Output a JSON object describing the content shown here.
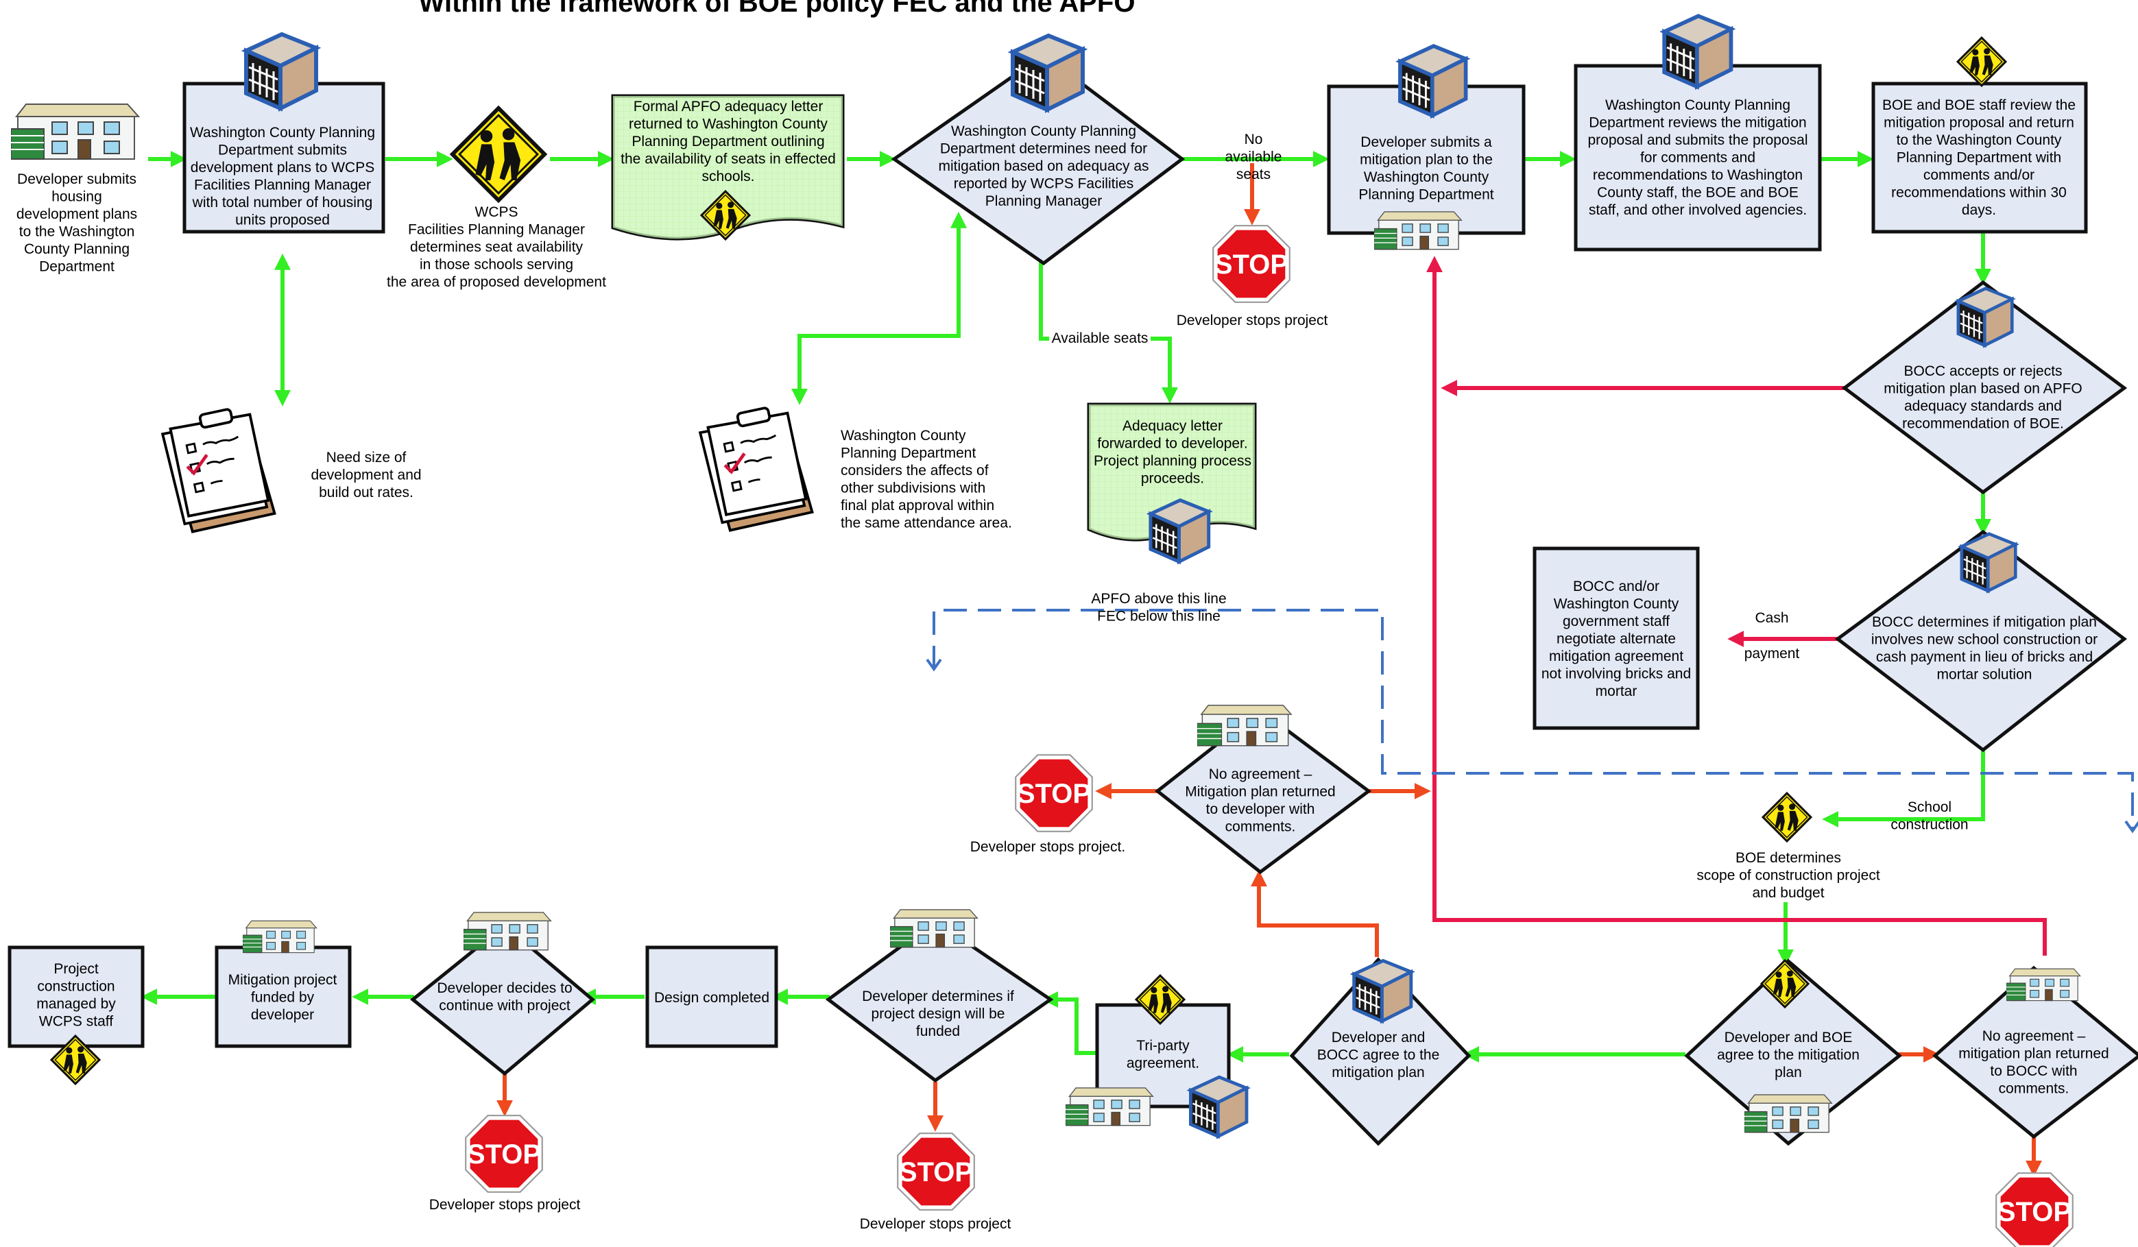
{
  "title": "Within the framework of BOE policy  FEC and the APFO",
  "colors": {
    "flow_green": "#33ee22",
    "reject_red": "#e8194a",
    "stop_orange": "#ee4a1e",
    "boundary_blue": "#3f72c4",
    "process_fill": "#e3e8f5",
    "document_fill": "#c9f5b4",
    "stop_red": "#e3111a"
  },
  "icons": {
    "building": "building-cube-icon",
    "house": "house-icon",
    "school_sign": "school-crossing-sign-icon",
    "clipboard": "clipboard-checklist-icon",
    "stop": "stop-sign-icon"
  },
  "nodes": {
    "developer_submits_plans": [
      "Developer submits",
      "housing",
      "development plans",
      "to the Washington",
      "County Planning",
      "Department"
    ],
    "county_submits_to_wcps": [
      "Washington County Planning",
      "Department submits",
      "development plans to WCPS",
      "Facilities Planning Manager",
      "with total number of housing",
      "units proposed"
    ],
    "wcps_determines_seats": [
      "WCPS",
      "Facilities Planning Manager",
      "determines seat availability",
      "in those schools serving",
      "the area of proposed development"
    ],
    "need_size": [
      "Need size of",
      "development and",
      "build out rates."
    ],
    "formal_apfo_letter": [
      "Formal APFO  adequacy letter",
      "returned to Washington County",
      "Planning Department outlining",
      "the availability of seats in effected",
      "schools."
    ],
    "county_determines_need": [
      "Washington County Planning",
      "Department determines need for",
      "mitigation based on adequacy as",
      "reported by WCPS Facilities",
      "Planning Manager"
    ],
    "county_considers": [
      "Washington County",
      "Planning Department",
      "considers the affects of",
      "other subdivisions with",
      "final plat approval within",
      "the same attendance area."
    ],
    "no_available_seats": [
      "No",
      "available",
      "seats"
    ],
    "available_seats": "Available seats",
    "adequacy_letter": [
      "Adequacy letter",
      "forwarded to developer.",
      "Project planning process",
      "proceeds."
    ],
    "developer_stops_1": "Developer stops project",
    "developer_submits_mitigation": [
      "Developer submits a",
      "mitigation plan to the",
      "Washington County",
      "Planning Department"
    ],
    "county_reviews_mitigation": [
      "Washington County Planning",
      "Department reviews the mitigation",
      "proposal and submits the proposal",
      "for comments and",
      "recommendations to Washington",
      "County staff, the BOE and BOE",
      "staff, and other involved agencies."
    ],
    "boe_review": [
      "BOE and BOE staff review the",
      "mitigation proposal and return",
      "to the Washington County",
      "Planning Department with",
      "comments and/or",
      "recommendations within 30",
      "days."
    ],
    "bocc_accepts_rejects": [
      "BOCC accepts or rejects",
      "mitigation plan based on APFO",
      "adequacy standards and",
      "recommendation of BOE."
    ],
    "boundary_label": [
      "APFO above this line",
      "FEC below this line"
    ],
    "bocc_negotiate": [
      "BOCC and/or",
      "Washington County",
      "government staff",
      "negotiate alternate",
      "mitigation agreement",
      "not involving bricks and",
      "mortar"
    ],
    "cash_label": "Cash",
    "payment_label": "payment",
    "bocc_determines_type": [
      "BOCC determines if mitigation plan",
      "involves new school construction or",
      "cash payment in lieu of bricks and",
      "mortar solution"
    ],
    "no_agreement_developer": [
      "No agreement –",
      "Mitigation plan returned",
      "to developer with",
      "comments."
    ],
    "developer_stops_2": "Developer stops project.",
    "school_construction_label": [
      "School",
      "construction"
    ],
    "boe_scope": [
      "BOE determines",
      "scope of construction project",
      "and budget"
    ],
    "project_construction": [
      "Project",
      "construction",
      "managed by",
      "WCPS staff"
    ],
    "mitigation_funded": [
      "Mitigation project",
      "funded by",
      "developer"
    ],
    "developer_decides": [
      "Developer decides to",
      "continue with project"
    ],
    "design_completed": "Design completed",
    "developer_determines_funded": [
      "Developer determines if",
      "project design will be",
      "funded"
    ],
    "tri_party": [
      "Tri-party",
      "agreement."
    ],
    "developer_bocc_agree": [
      "Developer and",
      "BOCC agree to the",
      "mitigation plan"
    ],
    "developer_boe_agree": [
      "Developer and BOE",
      "agree to the mitigation",
      "plan"
    ],
    "no_agreement_bocc": [
      "No agreement –",
      "mitigation plan returned",
      "to BOCC with",
      "comments."
    ],
    "developer_stops_3": "Developer stops project",
    "developer_stops_4": "Developer stops project",
    "stop_sign_text": "STOP"
  }
}
